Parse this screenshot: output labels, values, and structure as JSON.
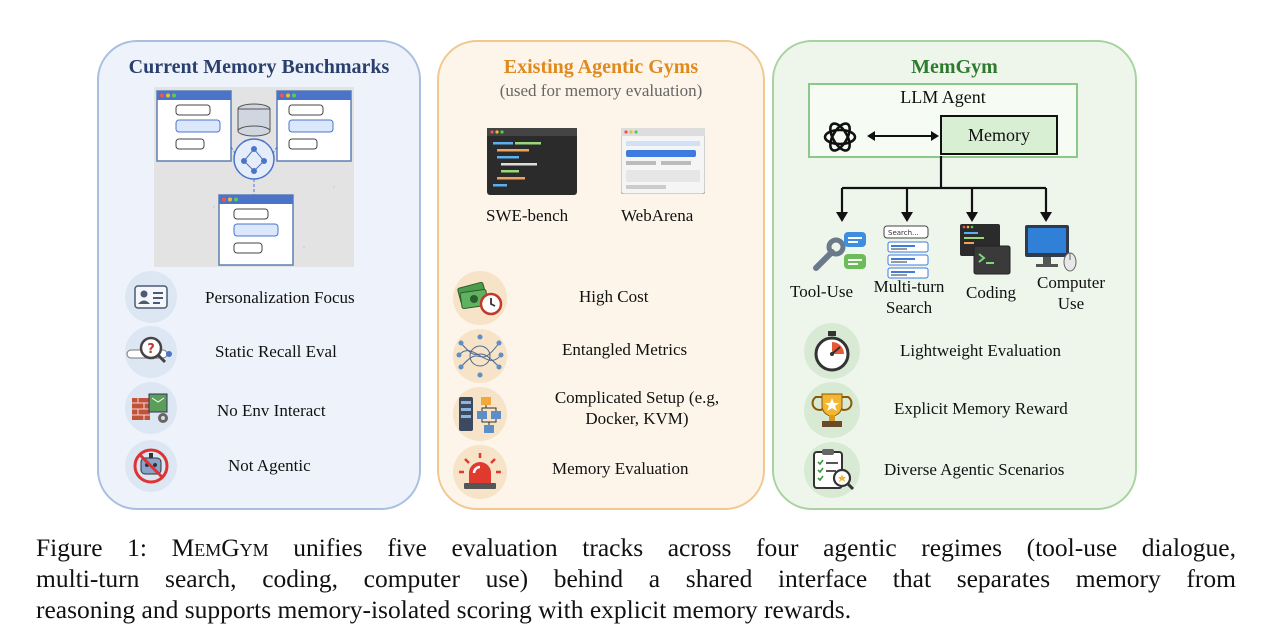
{
  "panels": {
    "current": {
      "title": "Current Memory Benchmarks",
      "color": "#2a3f6b",
      "items": [
        {
          "label": "Personalization Focus",
          "icon": "id-card-icon"
        },
        {
          "label": "Static Recall Eval",
          "icon": "magnifier-question-icon"
        },
        {
          "label": "No Env Interact",
          "icon": "brick-wall-map-icon"
        },
        {
          "label": "Not Agentic",
          "icon": "no-robot-icon"
        }
      ]
    },
    "existing": {
      "title": "Existing Agentic Gyms",
      "subtitle": "(used for memory evaluation)",
      "color": "#e08a1e",
      "gyms": [
        "SWE-bench",
        "WebArena"
      ],
      "items": [
        {
          "label": "High Cost",
          "icon": "money-clock-icon"
        },
        {
          "label": "Entangled Metrics",
          "icon": "tangled-network-icon"
        },
        {
          "label": "Complicated Setup (e.g,",
          "label2": "Docker, KVM)",
          "icon": "server-flowchart-icon"
        },
        {
          "label": "Memory Evaluation",
          "icon": "siren-icon"
        }
      ]
    },
    "memgym": {
      "title": "MemGym",
      "color": "#2e7a2e",
      "agent_label": "LLM Agent",
      "memory_label": "Memory",
      "tracks": [
        {
          "label": "Tool-Use",
          "icon": "wrench-chat-icon"
        },
        {
          "label": "Multi-turn",
          "label2": "Search",
          "icon": "search-list-icon"
        },
        {
          "label": "Coding",
          "icon": "terminal-icon"
        },
        {
          "label": "Computer",
          "label2": "Use",
          "icon": "desktop-computer-icon"
        }
      ],
      "items": [
        {
          "label": "Lightweight Evaluation",
          "icon": "stopwatch-icon"
        },
        {
          "label": "Explicit Memory Reward",
          "icon": "trophy-icon"
        },
        {
          "label": "Diverse Agentic Scenarios",
          "icon": "clipboard-search-icon"
        }
      ]
    }
  },
  "caption": {
    "prefix": "Figure 1: ",
    "name": "MemGym",
    "line1_rest": " unifies five evaluation tracks across four agentic regimes (tool-use dialogue,",
    "line2": "multi-turn search, coding, computer use) behind a shared interface that separates memory from",
    "line3": "reasoning and supports memory-isolated scoring with explicit memory rewards."
  }
}
